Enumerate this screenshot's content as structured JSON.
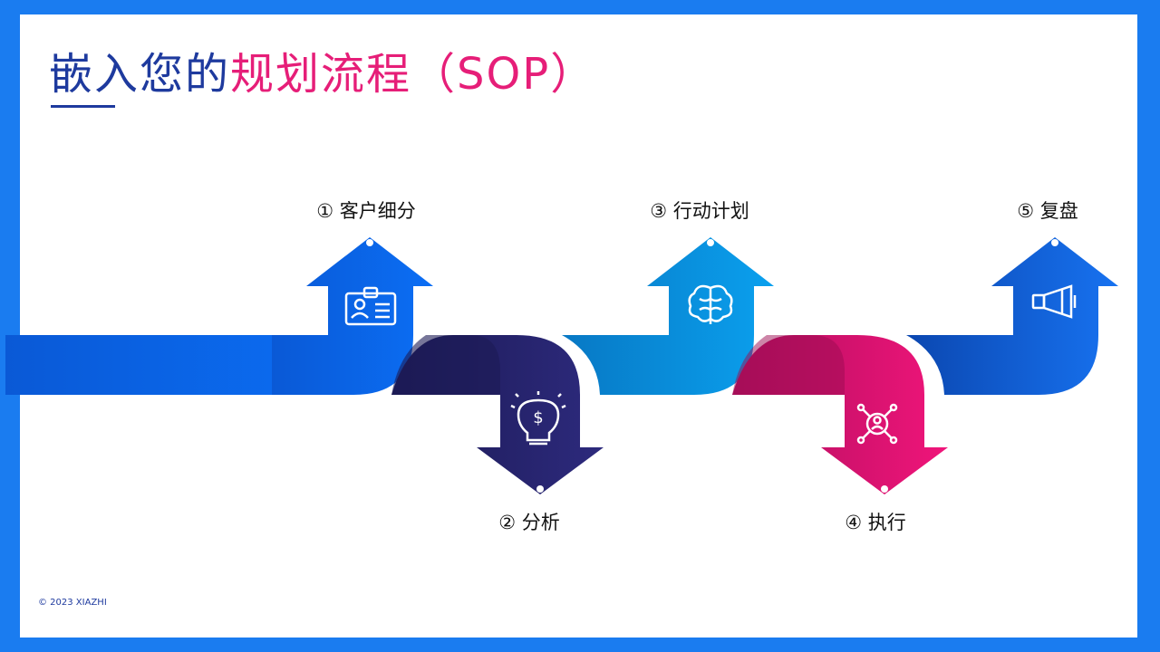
{
  "slide": {
    "title_part1": "嵌入您的",
    "title_part2": "规划流程（SOP）",
    "footer": "© 2023 XIAZHI"
  },
  "steps": [
    {
      "label": "① 客户细分",
      "icon": "id-badge-icon",
      "color": "#0b6ef4",
      "direction": "up"
    },
    {
      "label": "② 分析",
      "icon": "lightbulb-dollar-icon",
      "color": "#2d2a7d",
      "direction": "down"
    },
    {
      "label": "③ 行动计划",
      "icon": "brain-icon",
      "color": "#0aa0ee",
      "direction": "up"
    },
    {
      "label": "④ 执行",
      "icon": "network-person-icon",
      "color": "#f0157a",
      "direction": "down"
    },
    {
      "label": "⑤ 复盘",
      "icon": "megaphone-icon",
      "color": "#1772f0",
      "direction": "up"
    }
  ],
  "colors": {
    "background_frame": "#1a7cf0",
    "title_primary": "#1e3a9e",
    "title_accent": "#e61e78",
    "band_left": "#0a59d6"
  }
}
